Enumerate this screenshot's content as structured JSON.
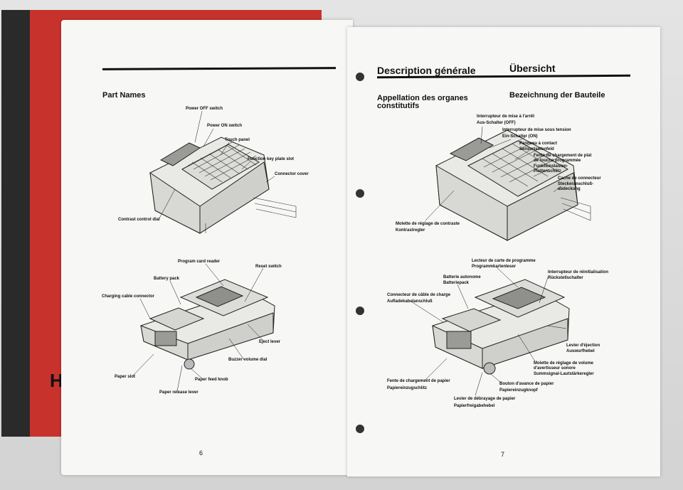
{
  "left_page": {
    "heading": "Part Names",
    "page_number": "6",
    "labels": {
      "power_off": "Power OFF switch",
      "power_on": "Power ON switch",
      "touch_panel": "Touch panel",
      "fkey_slot": "Function key plate slot",
      "connector_cover": "Connector cover",
      "contrast": "Contrast control dial",
      "program_reader": "Program card reader",
      "reset": "Reset switch",
      "battery": "Battery pack",
      "charging": "Charging cable connector",
      "eject": "Eject lever",
      "buzzer": "Buzzer volume dial",
      "paper_slot": "Paper slot",
      "paper_feed": "Paper feed knob",
      "paper_release": "Paper release lever"
    }
  },
  "right_page": {
    "heading_fr": "Description générale",
    "heading_de": "Übersicht",
    "sub_fr_1": "Appellation des organes",
    "sub_fr_2": "constitutifs",
    "sub_de": "Bezeichnung der Bauteile",
    "page_number": "7",
    "labels": {
      "off_fr": "Interrupteur de mise à l'arrêt",
      "off_de": "Aus-Schalter (OFF)",
      "on_fr": "Interrupteur de mise sous tension",
      "on_de": "Ein-Schalter (ON)",
      "panel_fr": "Panneau à contact",
      "panel_de": "Sensortastenfeld",
      "fkey_fr_1": "Fente de chargement de plat",
      "fkey_fr_2": "de touche programmée",
      "fkey_de_1": "Funktionstasten-",
      "fkey_de_2": "Plattenschlitz",
      "cover_fr": "Cache de connecteur",
      "cover_de_1": "Steckeranschluß-",
      "cover_de_2": "abdeckung",
      "contrast_fr": "Molette de réglage de contraste",
      "contrast_de": "Kontrastregler",
      "reader_fr": "Lecteur de carte de programme",
      "reader_de": "Programmkartenleser",
      "reset_fr": "Interrupteur de réinitialisation",
      "reset_de": "Rückstellschalter",
      "battery_fr": "Batterie autonome",
      "battery_de": "Batteriepack",
      "charging_fr": "Connecteur de câble de charge",
      "charging_de": "Aufladekabelanschluß",
      "eject_fr": "Levier d'éjection",
      "eject_de": "Auswurfhebel",
      "buzzer_fr_1": "Molette de réglage de volume",
      "buzzer_fr_2": "d'avertisseur sonore",
      "buzzer_de": "Summsignal-Lautstärkeregler",
      "slot_fr": "Fente de chargement de papier",
      "slot_de": "Papiereinzugschlitz",
      "feed_fr": "Bouton d'avance de papier",
      "feed_de": "Papiereinzugknopf",
      "release_fr": "Levier de débrayage de papier",
      "release_de": "Papierfreigabehebel"
    }
  }
}
